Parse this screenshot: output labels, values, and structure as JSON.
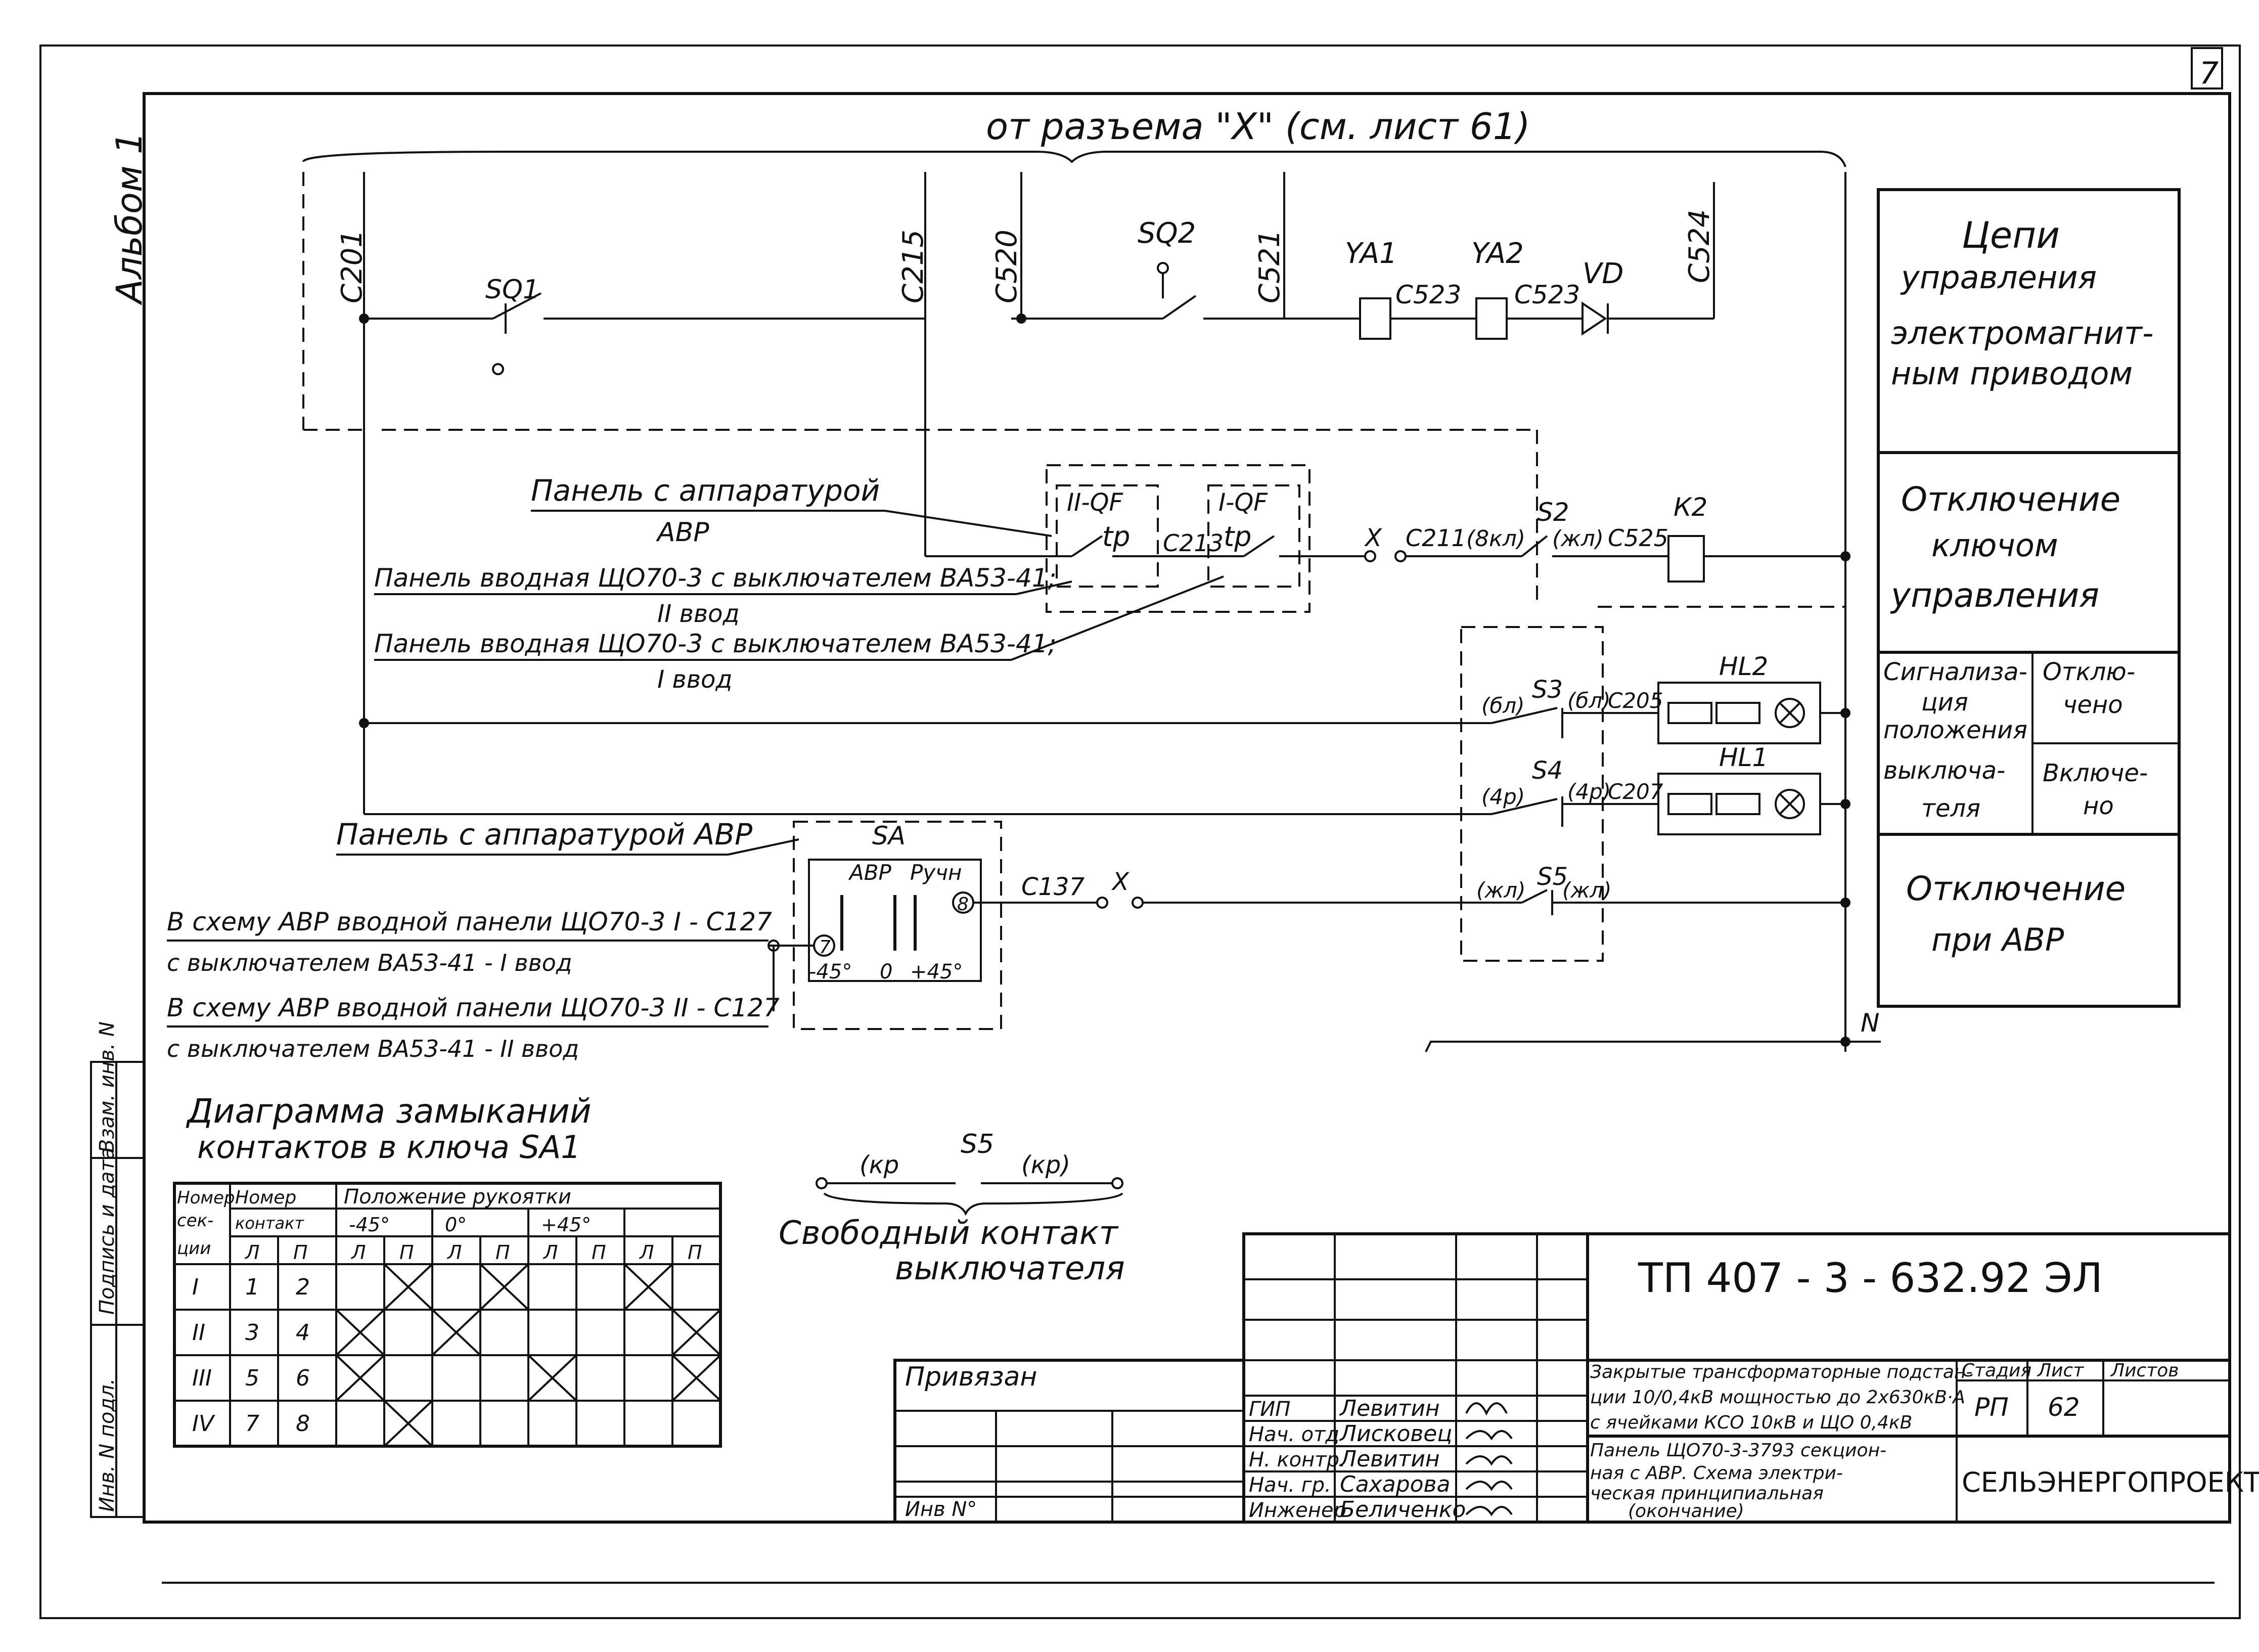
{
  "album": "Альбом 1",
  "sheet_corner": "7",
  "header": "от разъема \"X\" (см. лист 61)",
  "wires": {
    "c201": "С201",
    "c215": "С215",
    "c520": "С520",
    "c521": "С521",
    "c524": "С524",
    "sq2": "SQ2",
    "sq1": "SQ1",
    "ya1": "YA1",
    "ya2": "YA2",
    "vd": "VD",
    "c523a": "С523",
    "c523b": "С523",
    "qf2": "II-QF",
    "qf1": "I-QF",
    "tp": "tp",
    "c213": "С213",
    "x1": "X",
    "c211": "С211",
    "s2": "S2",
    "s2a": "(8кл)",
    "s2b": "(жл)",
    "c525": "С525",
    "k2": "К2",
    "s3": "S3",
    "s3a": "(бл)",
    "s3b": "(бл)",
    "c205": "С205",
    "hl2": "HL2",
    "s4": "S4",
    "s4a": "(4р)",
    "s4b": "(4р)",
    "c207": "С207",
    "hl1": "HL1",
    "sa": "SA",
    "avr": "АВР",
    "manual": "Ручн",
    "c137": "С137",
    "x2": "X",
    "pos7": "7",
    "pos8": "8",
    "m45": "-45°",
    "zero": "0",
    "p45": "+45°",
    "s5": "S5",
    "s5a": "(жл)",
    "s5b": "(жл)",
    "n": "N"
  },
  "notes": {
    "panel_avr": "Панель с аппаратурой",
    "panel_avr2": "АВР",
    "panel_in2": "Панель вводная ЩО70-3 с выключателем ВА53-41;",
    "panel_in2b": "II ввод",
    "panel_in1": "Панель вводная ЩО70-3 с выключателем ВА53-41;",
    "panel_in1b": "I ввод",
    "panel_avr_sa": "Панель с аппаратурой АВР",
    "scheme1": "В схему АВР вводной панели ЩО70-3   I - С127",
    "scheme1b": "с выключателем ВА53-41 - I ввод",
    "scheme2": "В схему АВР вводной панели ЩО70-3   II - С127",
    "scheme2b": "с выключателем ВА53-41 - II ввод"
  },
  "legend": {
    "circuits": [
      "Цепи",
      "управления",
      "электромагнит-",
      "ным   приводом"
    ],
    "off_key": [
      "Отключение",
      "ключом",
      "управления"
    ],
    "signal": [
      "Сигнализа-",
      "ция",
      "положения",
      "выключа-",
      "теля"
    ],
    "off": [
      "Отклю-",
      "чено"
    ],
    "on": [
      "Включе-",
      "но"
    ],
    "off_avr": [
      "Отключение",
      "при  АВР"
    ]
  },
  "diagram_title": [
    "Диаграмма   замыканий",
    "контактов в   ключа        SA1"
  ],
  "contact_table": {
    "h_section": [
      "Номер",
      "сек-",
      "ции"
    ],
    "h_contact": [
      "Номер",
      "контакт"
    ],
    "h_handle": "Положение    рукоятки",
    "positions": [
      "-45°",
      "0°",
      "+45°"
    ],
    "lr": [
      "Л",
      "П"
    ],
    "rows": [
      {
        "sec": "I",
        "l": "1",
        "r": "2",
        "x": [
          0,
          1,
          0,
          1,
          0,
          0,
          1,
          0
        ]
      },
      {
        "sec": "II",
        "l": "3",
        "r": "4",
        "x": [
          1,
          0,
          1,
          0,
          0,
          0,
          0,
          1
        ]
      },
      {
        "sec": "III",
        "l": "5",
        "r": "6",
        "x": [
          1,
          0,
          0,
          0,
          1,
          0,
          0,
          1
        ]
      },
      {
        "sec": "IV",
        "l": "7",
        "r": "8",
        "x": [
          0,
          1,
          0,
          0,
          0,
          0,
          0,
          0
        ]
      }
    ]
  },
  "free_contact": {
    "label": "S5",
    "l": "(кр",
    "r": "(кр)",
    "text": [
      "Свободный   контакт",
      "выключателя"
    ]
  },
  "side_stamp": [
    "Инв. N подл.",
    "Подпись и дата",
    "Взам. инв. N"
  ],
  "title_block": {
    "code": "ТП 407 - 3 - 632.92    ЭЛ",
    "linked": "Привязан",
    "inv": "Инв N°",
    "roles": [
      "ГИП",
      "Нач. отд",
      "Н. контр.",
      "Нач. гр.",
      "Инженер"
    ],
    "names": [
      "Левитин",
      "Лисковец",
      "Левитин",
      "Сахарова",
      "Беличенко"
    ],
    "desc1": [
      "Закрытые трансформаторные подстан-",
      "ции 10/0,4кВ мощностью до 2х630кВ·А",
      "с ячейками КСО 10кВ и ЩО 0,4кВ"
    ],
    "desc2": [
      "Панель ЩО70-3-3793 секцион-",
      "ная с АВР.  Схема электри-",
      "ческая принципиальная",
      "(окончание)"
    ],
    "h_stage": "Стадия",
    "h_sheet": "Лист",
    "h_sheets": "Листов",
    "stage": "РП",
    "sheet": "62",
    "org": "СЕЛЬЭНЕРГОПРОЕКТ"
  }
}
